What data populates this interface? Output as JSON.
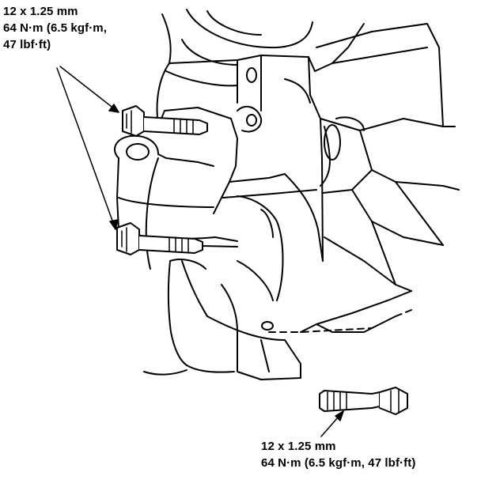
{
  "callouts": {
    "top": {
      "size": "12 x 1.25 mm",
      "torque": "64 N·m (6.5 kgf·m,",
      "torque_cont": "47 lbf·ft)"
    },
    "bottom": {
      "size": "12 x 1.25 mm",
      "torque": "64 N·m (6.5 kgf·m, 47 lbf·ft)"
    }
  },
  "colors": {
    "line": "#000000",
    "background": "#ffffff"
  }
}
